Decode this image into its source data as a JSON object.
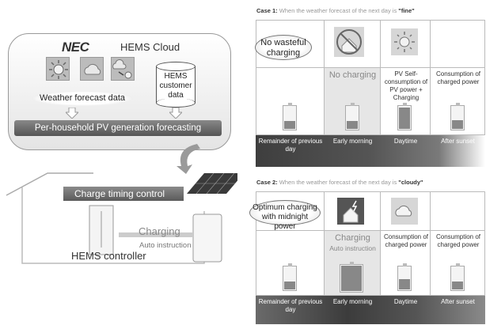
{
  "left": {
    "logo": "NEC",
    "cloud_title": "HEMS Cloud",
    "weather_label": "Weather forecast data",
    "customer_label": "HEMS customer data",
    "forecast_bar": "Per-household PV generation forecasting",
    "charge_control": "Charge timing control",
    "charging": "Charging",
    "auto_instruction": "Auto instruction",
    "controller": "HEMS controller"
  },
  "case1": {
    "prefix": "Case 1:",
    "title": "When the weather forecast of the next day is",
    "condition": "\"fine\"",
    "callout": "No wasteful charging",
    "col_desc": [
      "",
      "No charging",
      "PV Self-consumption of PV power + Charging",
      "Consumption of charged power"
    ],
    "phases": [
      "Remainder of previous day",
      "Early morning",
      "Daytime",
      "After sunset"
    ],
    "battery_levels": [
      0.35,
      0.35,
      0.95,
      0.4
    ]
  },
  "case2": {
    "prefix": "Case 2:",
    "title": "When the weather forecast of the next day is",
    "condition": "\"cloudy\"",
    "callout": "Optimum charging with midnight power",
    "col_desc": [
      "",
      "Charging",
      "Consumption of charged power",
      "Consumption of charged power"
    ],
    "auto_instruction": "Auto instruction",
    "phases": [
      "Remainder of previous day",
      "Early morning",
      "Daytime",
      "After sunset"
    ],
    "battery_levels": [
      0.35,
      1.0,
      0.45,
      0.35
    ]
  },
  "colors": {
    "panel_dark": "#4a4a4a",
    "bar_gray": "#5a5a5a",
    "cell_gray": "#e6e6e6"
  }
}
